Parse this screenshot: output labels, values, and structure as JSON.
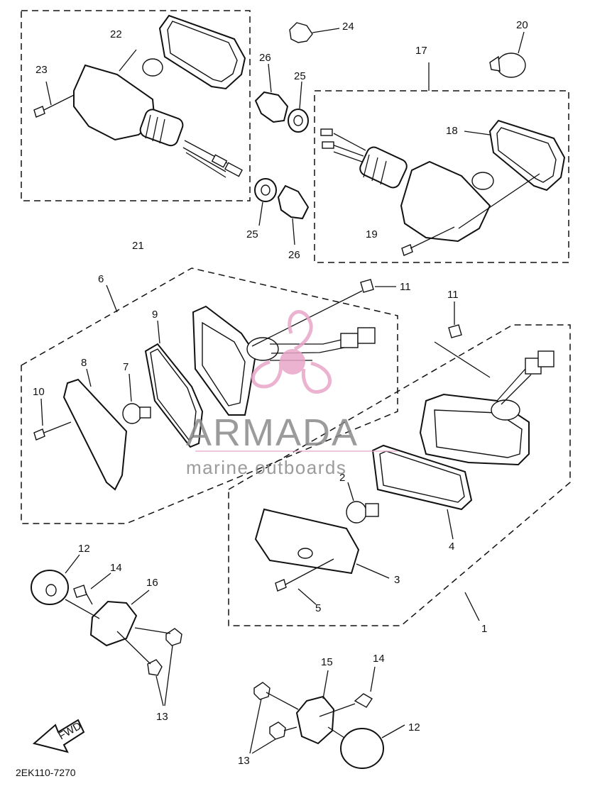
{
  "diagram": {
    "code": "2EK110-7270",
    "fwd_label": "FWD",
    "callouts": {
      "n22": "22",
      "n23": "23",
      "n21": "21",
      "n24": "24",
      "n26a": "26",
      "n25a": "25",
      "n25b": "25",
      "n26b": "26",
      "n20": "20",
      "n17": "17",
      "n18": "18",
      "n19": "19",
      "n6": "6",
      "n9": "9",
      "n8": "8",
      "n7": "7",
      "n10": "10",
      "n11a": "11",
      "n11b": "11",
      "n2": "2",
      "n4": "4",
      "n3": "3",
      "n5": "5",
      "n1": "1",
      "n12a": "12",
      "n14a": "14",
      "n16": "16",
      "n13a": "13",
      "n15": "15",
      "n14b": "14",
      "n12b": "12",
      "n13b": "13"
    }
  },
  "watermark": {
    "brand": "ARMADA",
    "tagline": "marine outboards",
    "accent": "#e8a6c8"
  }
}
